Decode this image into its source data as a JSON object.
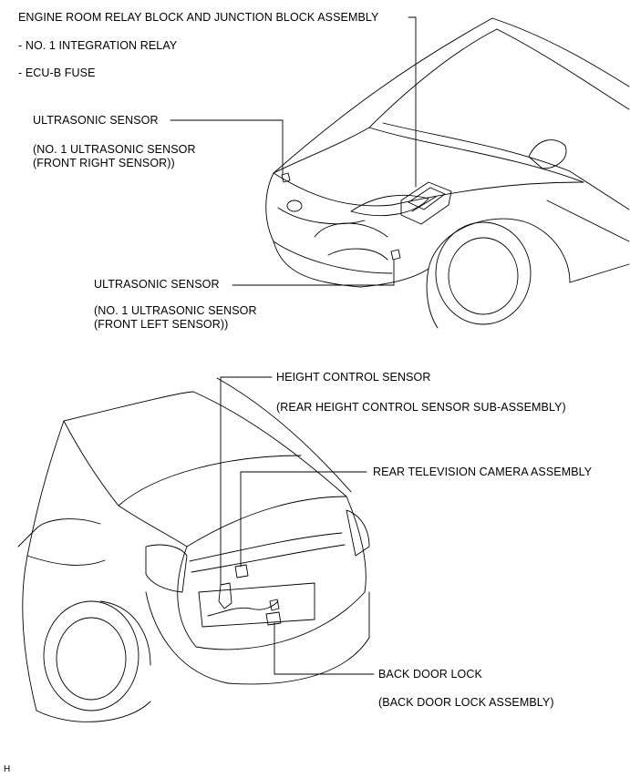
{
  "front_view": {
    "labels": {
      "relay_block": "ENGINE ROOM RELAY BLOCK AND JUNCTION BLOCK ASSEMBLY",
      "integration_relay": "- NO. 1 INTEGRATION RELAY",
      "ecu_b_fuse": "- ECU-B FUSE",
      "us_right_title": "ULTRASONIC SENSOR",
      "us_right_sub1": "(NO. 1 ULTRASONIC SENSOR",
      "us_right_sub2": "(FRONT RIGHT SENSOR))",
      "us_left_title": "ULTRASONIC SENSOR",
      "us_left_sub1": "(NO. 1 ULTRASONIC SENSOR",
      "us_left_sub2": "(FRONT LEFT SENSOR))"
    }
  },
  "rear_view": {
    "labels": {
      "height_sensor": "HEIGHT CONTROL SENSOR",
      "height_sensor_sub": "(REAR HEIGHT CONTROL SENSOR SUB-ASSEMBLY)",
      "rear_camera": "REAR TELEVISION CAMERA ASSEMBLY",
      "back_door_lock": "BACK DOOR LOCK",
      "back_door_lock_sub": "(BACK DOOR LOCK ASSEMBLY)"
    }
  },
  "footer": {
    "code": "H"
  }
}
